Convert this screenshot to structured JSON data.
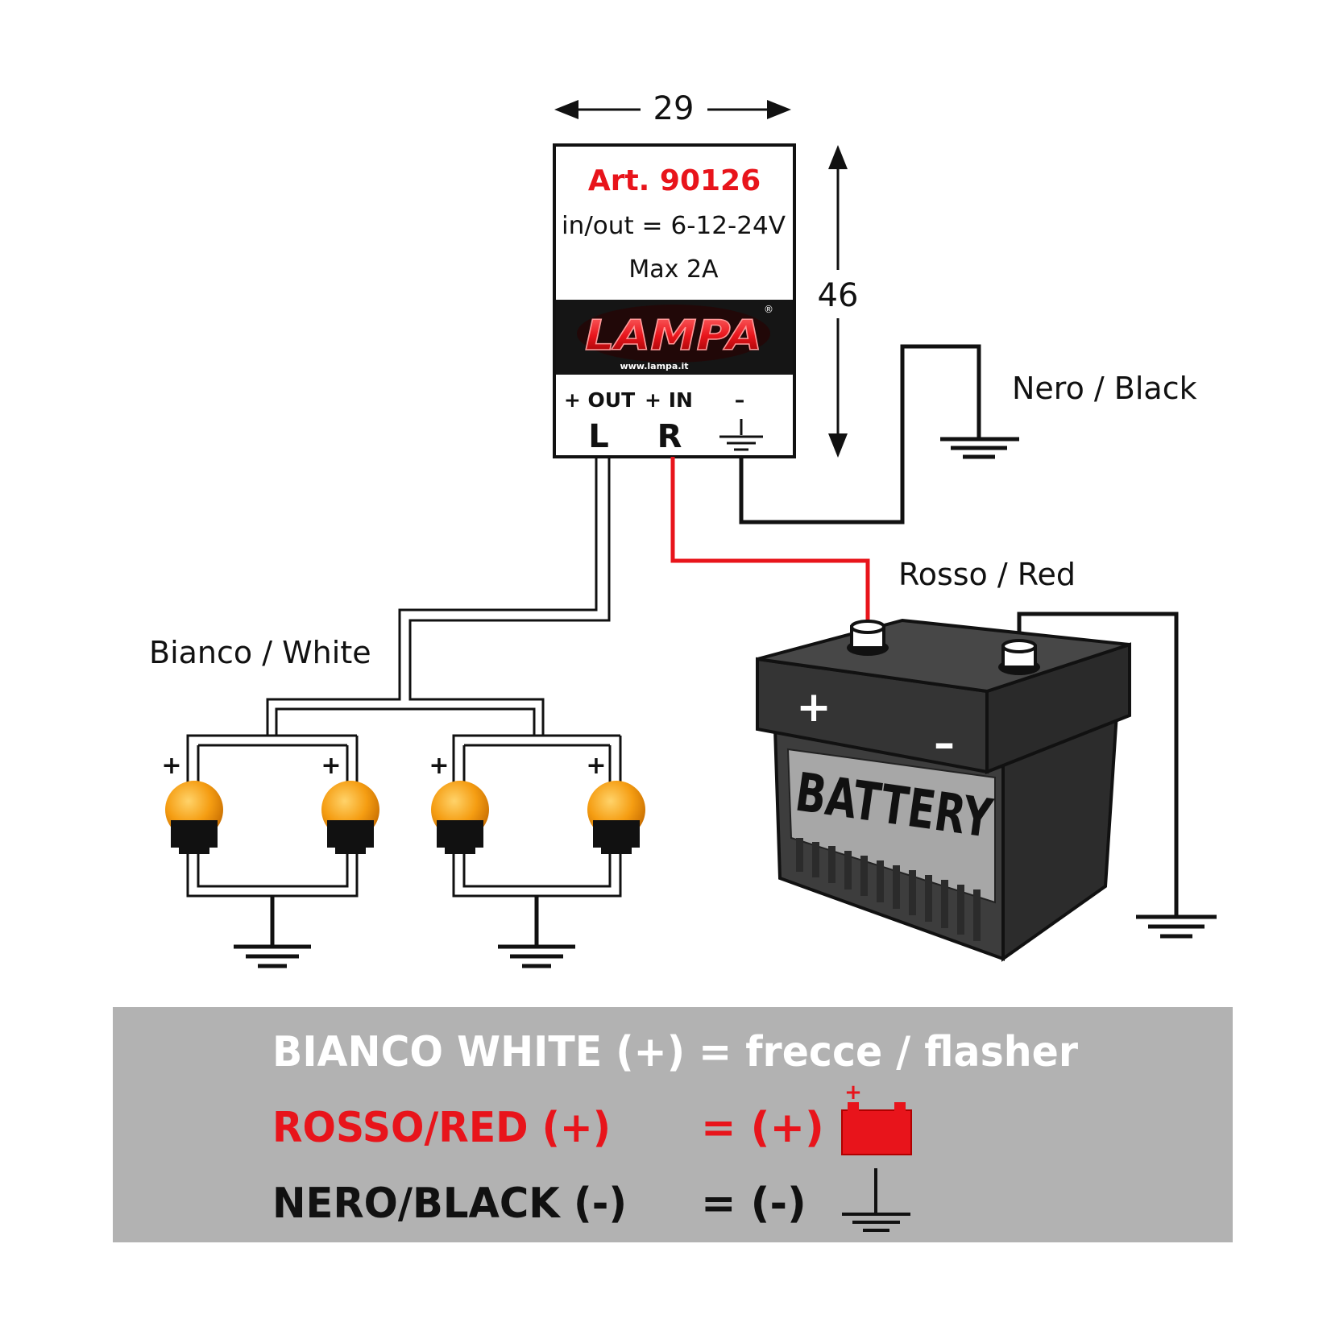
{
  "dimensions": {
    "width_value": "29",
    "height_value": "46"
  },
  "module": {
    "article": "Art. 90126",
    "voltage": "in/out = 6-12-24V",
    "max_current": "Max 2A",
    "logo_text": "LAMPA",
    "logo_url": "www.lampa.it",
    "logo_registered": "®",
    "terminals": [
      {
        "function": "+ OUT",
        "letter": "L"
      },
      {
        "function": "+ IN",
        "letter": "R"
      },
      {
        "function": "–",
        "letter": ""
      }
    ]
  },
  "wire_labels": {
    "black": "Nero / Black",
    "red": "Rosso / Red",
    "white": "Bianco / White"
  },
  "bulbs": {
    "plus_sign": "+"
  },
  "battery": {
    "label": "BATTERY",
    "plus_sign": "+",
    "minus_sign": "–"
  },
  "legend": {
    "white_line": "BIANCO WHITE (+) = frecce / flasher",
    "red_label": "ROSSO/RED (+)",
    "red_equals": "= (+)",
    "black_label": "NERO/BLACK (-)",
    "black_equals": "= (-)",
    "battery_icon_plus": "+"
  },
  "colors": {
    "red": "#e8141b",
    "black": "#111111",
    "legend_bg": "#b2b2b2",
    "bulb_orange": "#f29a10",
    "battery_top": "#3a3a3a",
    "battery_body": "#474747",
    "battery_label_bg": "#a7a7a7",
    "module_band": "#151515"
  }
}
